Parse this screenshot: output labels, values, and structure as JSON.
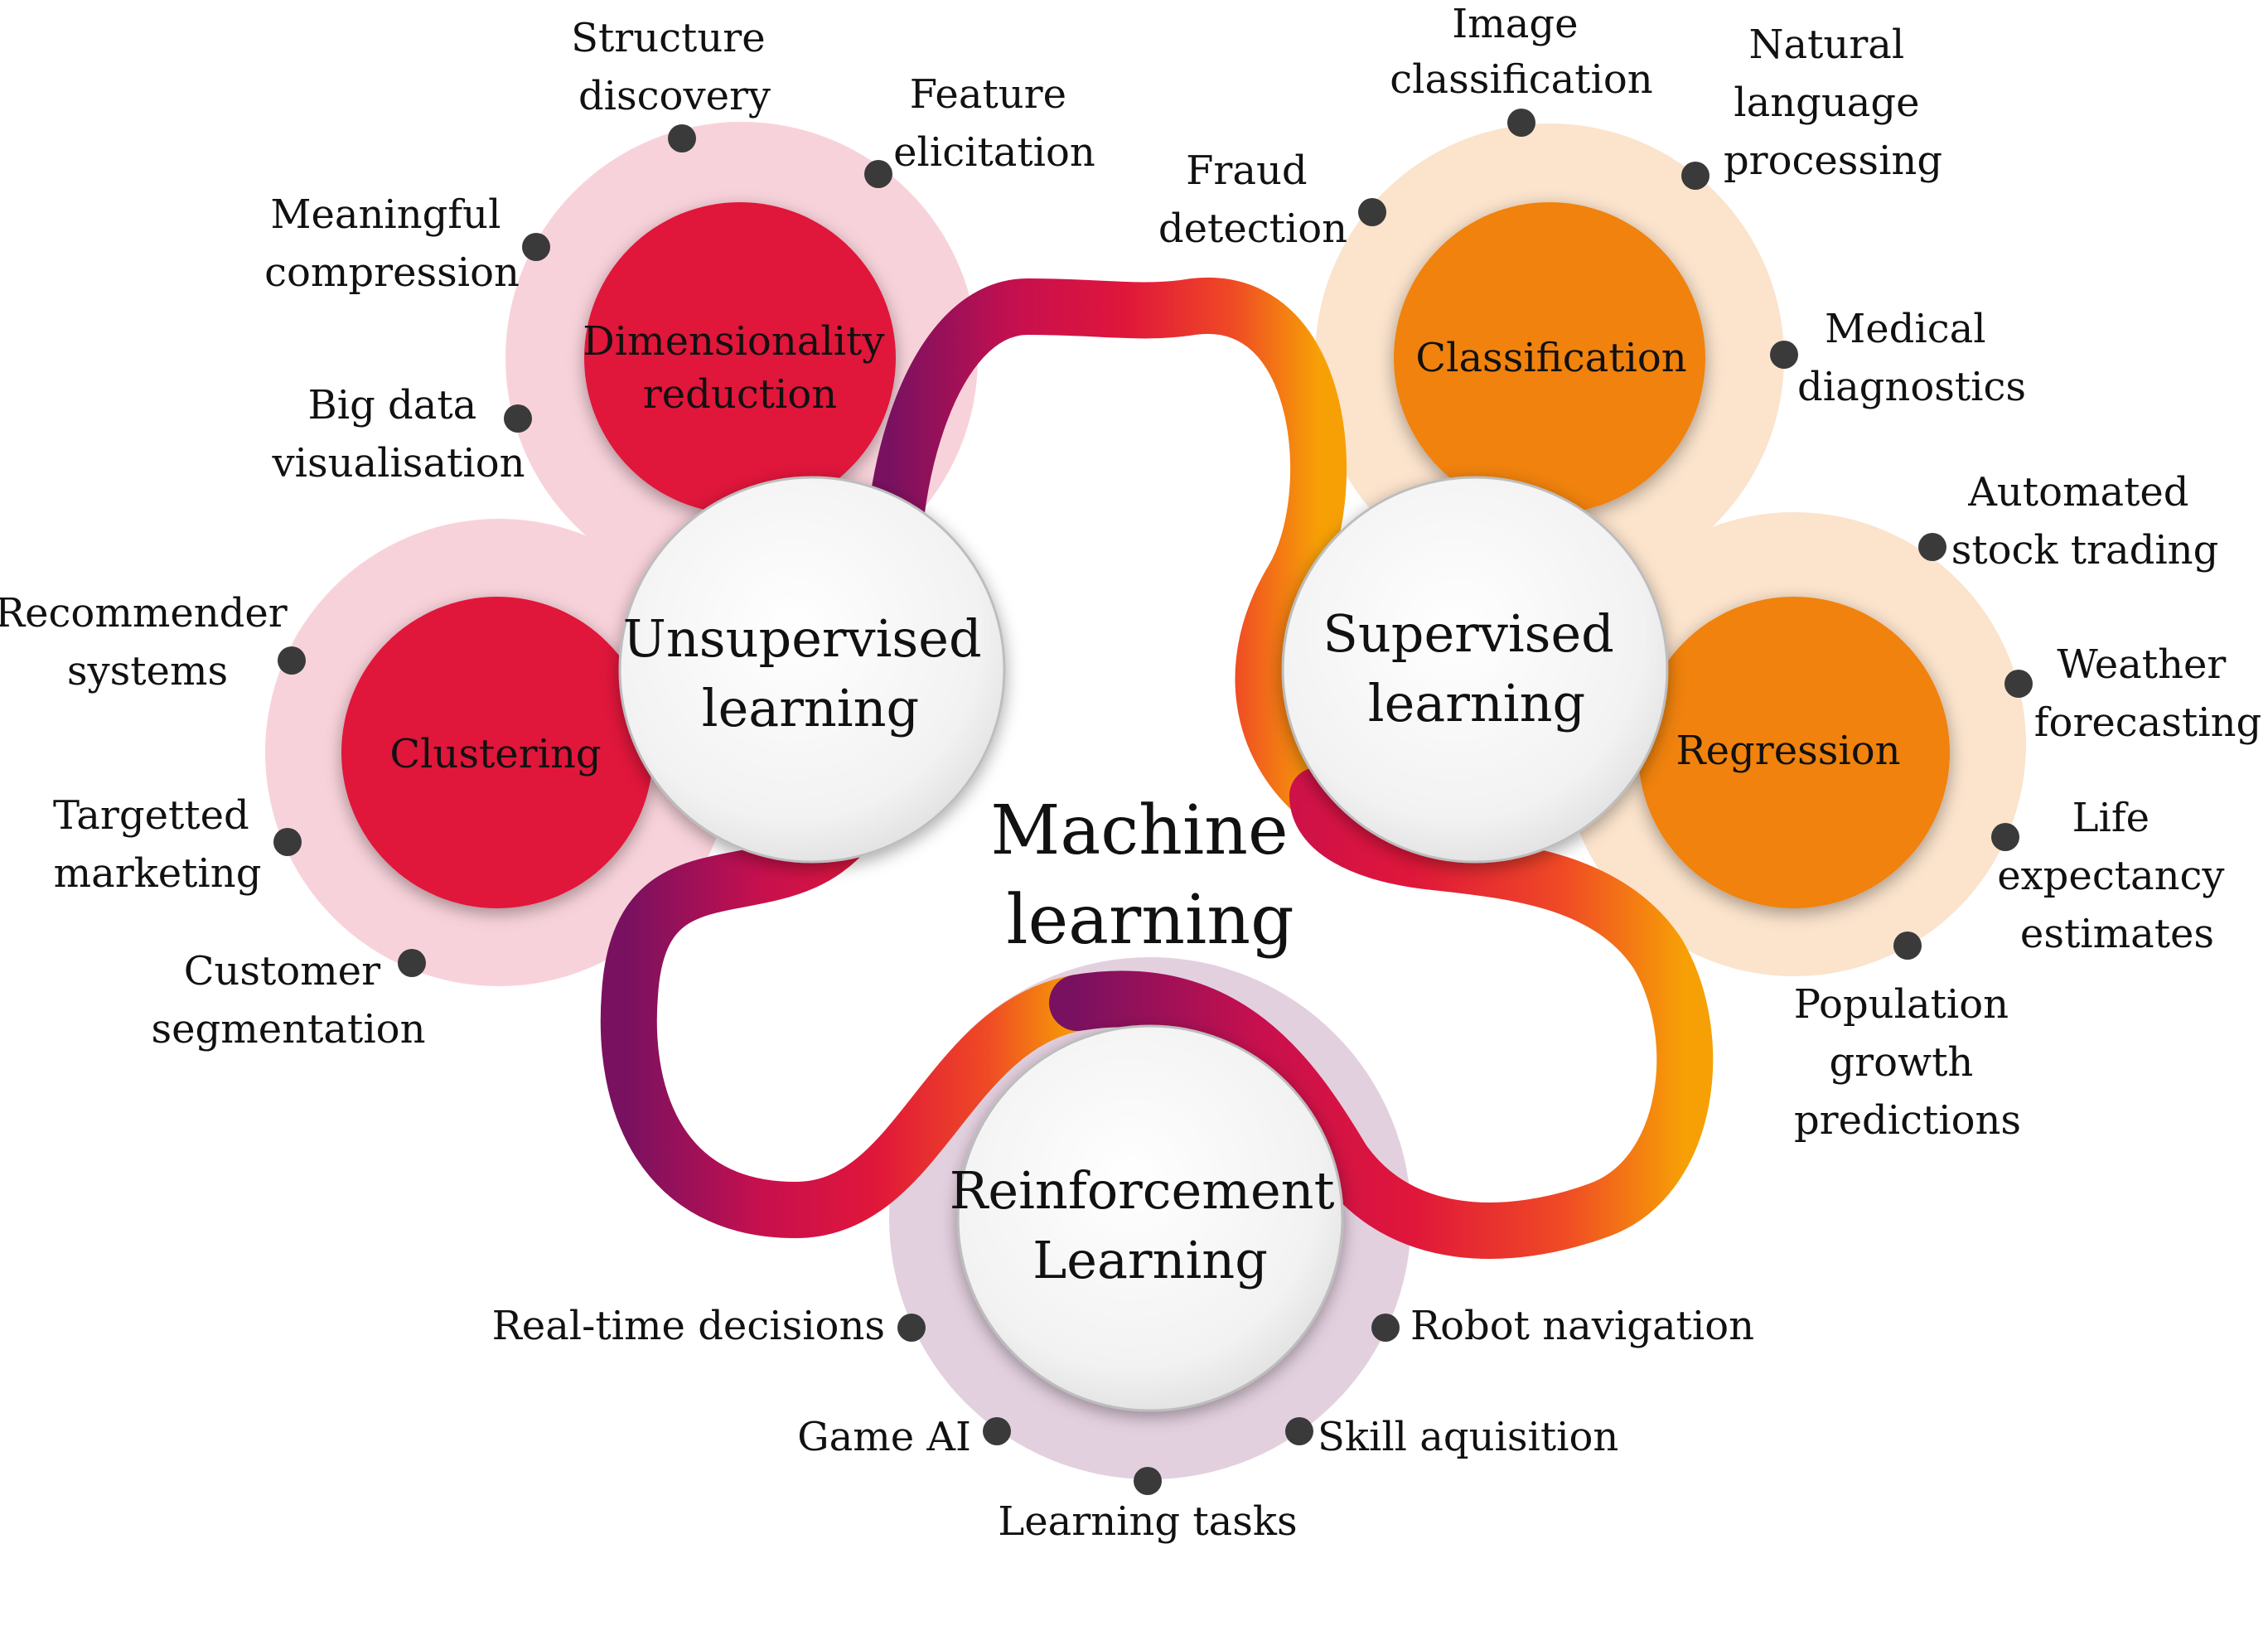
{
  "center_title": [
    "Machine",
    "learning"
  ],
  "colors": {
    "red": "#e0163a",
    "orange": "#f0820a",
    "pink_halo": "#f8d2da",
    "peach_halo": "#fbe3cc",
    "lilac_halo": "#e3d0df",
    "node_fill": "#f4f4f4",
    "dot": "#3a3a3a"
  },
  "branches": {
    "unsupervised": {
      "label": [
        "Unsupervised",
        "learning"
      ],
      "dimensionality": {
        "label": [
          "Dimensionality",
          "reduction"
        ],
        "apps": [
          [
            "Structure",
            "discovery"
          ],
          [
            "Feature",
            "elicitation"
          ],
          [
            "Meaningful",
            "compression"
          ],
          [
            "Big data",
            "visualisation"
          ]
        ]
      },
      "clustering": {
        "label": [
          "Clustering"
        ],
        "apps": [
          [
            "Recommender",
            "systems"
          ],
          [
            "Targetted",
            "marketing"
          ],
          [
            "Customer",
            "segmentation"
          ]
        ]
      }
    },
    "supervised": {
      "label": [
        "Supervised",
        "learning"
      ],
      "classification": {
        "label": [
          "Classification"
        ],
        "apps": [
          [
            "Image",
            "classification"
          ],
          [
            "Natural",
            "language",
            "processing"
          ],
          [
            "Fraud",
            "detection"
          ],
          [
            "Medical",
            "diagnostics"
          ]
        ]
      },
      "regression": {
        "label": [
          "Regression"
        ],
        "apps": [
          [
            "Automated",
            "stock trading"
          ],
          [
            "Weather",
            "forecasting"
          ],
          [
            "Life",
            "expectancy",
            "estimates"
          ],
          [
            "Population",
            "growth",
            "predictions"
          ]
        ]
      }
    },
    "reinforcement": {
      "label": [
        "Reinforcement",
        "Learning"
      ],
      "apps": [
        [
          "Real-time decisions"
        ],
        [
          "Robot navigation"
        ],
        [
          "Game AI"
        ],
        [
          "Skill aquisition"
        ],
        [
          "Learning tasks"
        ]
      ]
    }
  }
}
